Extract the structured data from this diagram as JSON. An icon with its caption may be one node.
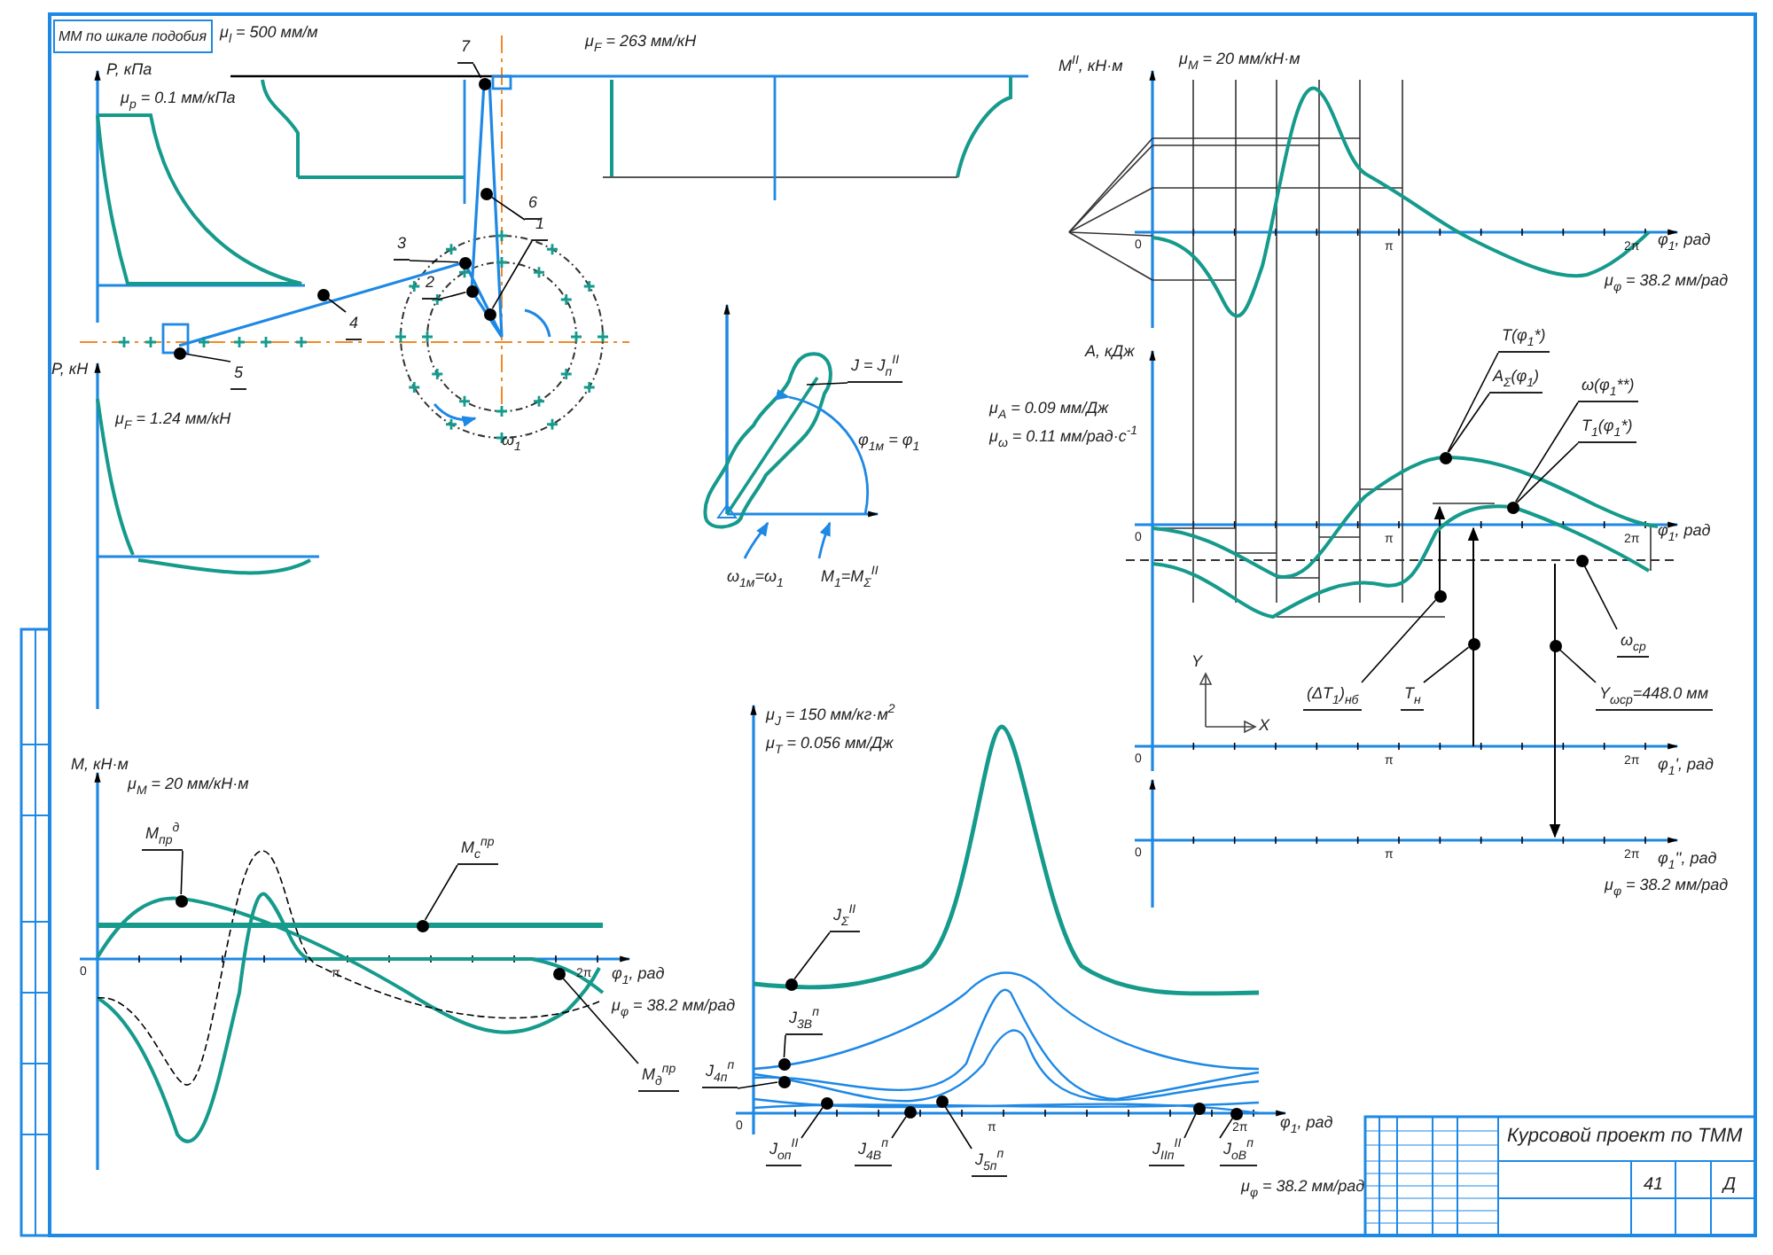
{
  "diagram": {
    "nodes": [
      {
        "text": [
          "7"
        ]
      },
      {
        "text": [
          "6"
        ]
      },
      {
        "text": [
          "1"
        ]
      },
      {
        "text": [
          "3"
        ]
      },
      {
        "text": [
          "2"
        ]
      },
      {
        "text": [
          "4"
        ]
      },
      {
        "text": [
          "5"
        ]
      },
      {
        "text": [
          "J = J$_{п}$$^{II}$"
        ]
      },
      {
        "text": [
          "T(φ$_{1}$*)"
        ]
      },
      {
        "text": [
          "A$_{Σ}$(φ$_{1}$)"
        ]
      },
      {
        "text": [
          "ω(φ$_{1}$**)"
        ]
      },
      {
        "text": [
          "T$_{1}$(φ$_{1}$*)"
        ]
      },
      {
        "text": [
          "ω$_{ср}$"
        ]
      },
      {
        "text": [
          "(ΔT$_{1}$)$_{нб}$"
        ]
      },
      {
        "text": [
          "T$_{н}$"
        ]
      },
      {
        "text": [
          "Y$_{ωср}$=448.0 мм"
        ]
      },
      {
        "text": [
          "M$_{пр}$$^{д}$"
        ]
      },
      {
        "text": [
          "M$_{c}$$^{пр}$"
        ]
      },
      {
        "text": [
          "M$_{д}$$^{пр}$"
        ]
      },
      {
        "text": [
          "J$_{Σ}$$^{II}$"
        ]
      },
      {
        "text": [
          "J$_{3B}$$^{п}$"
        ]
      },
      {
        "text": [
          "J$_{4п}$$^{п}$"
        ]
      },
      {
        "text": [
          "J$_{оп}$$^{II}$"
        ]
      },
      {
        "text": [
          "J$_{4B}$$^{п}$"
        ]
      },
      {
        "text": [
          "J$_{5п}$$^{п}$"
        ]
      },
      {
        "text": [
          "J$_{IIп}$$^{II}$"
        ]
      },
      {
        "text": [
          "J$_{оВ}$$^{п}$"
        ]
      },
      {
        "text": [],
        "shape": "circle"
      },
      {
        "text": [],
        "shape": "circle"
      },
      {
        "text": [],
        "shape": "circle"
      },
      {
        "text": [],
        "shape": "circle"
      },
      {
        "text": [],
        "shape": "circle"
      },
      {
        "text": [],
        "shape": "circle"
      },
      {
        "text": [],
        "shape": "circle"
      },
      {
        "text": [],
        "shape": "circle"
      },
      {
        "text": [],
        "shape": "circle"
      },
      {
        "text": [],
        "shape": "circle"
      },
      {
        "text": [],
        "shape": "circle"
      },
      {
        "text": [],
        "shape": "circle"
      },
      {
        "text": [],
        "shape": "circle"
      },
      {
        "text": [],
        "shape": "circle"
      },
      {
        "text": [],
        "shape": "circle"
      },
      {
        "text": [],
        "shape": "circle"
      },
      {
        "text": [],
        "shape": "circle"
      },
      {
        "text": [],
        "shape": "circle"
      },
      {
        "text": [],
        "shape": "circle"
      },
      {
        "text": [],
        "shape": "circle"
      },
      {
        "text": [],
        "shape": "circle"
      },
      {
        "text": [],
        "shape": "circle"
      },
      {
        "text": [],
        "shape": "circle"
      },
      {
        "text": [],
        "shape": "circle"
      }
    ],
    "edges": [
      {
        "from": 0,
        "to": 27,
        "arrow": "none"
      },
      {
        "from": 1,
        "to": 28,
        "arrow": "none"
      },
      {
        "from": 2,
        "to": 29,
        "arrow": "none"
      },
      {
        "from": 3,
        "to": 30,
        "arrow": "none"
      },
      {
        "from": 4,
        "to": 31,
        "arrow": "none"
      },
      {
        "from": 5,
        "to": 32,
        "arrow": "none"
      },
      {
        "from": 6,
        "to": 33,
        "arrow": "none"
      },
      {
        "from": 7,
        "to": null,
        "arrow": "none"
      },
      {
        "from": 8,
        "to": 34,
        "arrow": "none"
      },
      {
        "from": 9,
        "to": 34,
        "arrow": "none"
      },
      {
        "from": 10,
        "to": 35,
        "arrow": "none"
      },
      {
        "from": 11,
        "to": 35,
        "arrow": "none"
      },
      {
        "from": 12,
        "to": 36,
        "arrow": "none"
      },
      {
        "from": 13,
        "to": 37,
        "arrow": "none"
      },
      {
        "from": 14,
        "to": 38,
        "arrow": "none"
      },
      {
        "from": 15,
        "to": 39,
        "arrow": "none"
      },
      {
        "from": 16,
        "to": 40,
        "arrow": "none"
      },
      {
        "from": 17,
        "to": 41,
        "arrow": "none"
      },
      {
        "from": 18,
        "to": 42,
        "arrow": "none"
      },
      {
        "from": 19,
        "to": 43,
        "arrow": "none"
      },
      {
        "from": 20,
        "to": 44,
        "arrow": "none"
      },
      {
        "from": 21,
        "to": 45,
        "arrow": "none"
      },
      {
        "from": 22,
        "to": 46,
        "arrow": "none"
      },
      {
        "from": 23,
        "to": 47,
        "arrow": "none"
      },
      {
        "from": 24,
        "to": 48,
        "arrow": "none"
      },
      {
        "from": 25,
        "to": 49,
        "arrow": "none"
      },
      {
        "from": 26,
        "to": 50,
        "arrow": "none"
      }
    ],
    "labels": [
      "ММ по шкале подобия",
      "μ$_{l}$ = 500 мм/м",
      "μ$_{F}$ = 263 мм/кН",
      "P, кПа",
      "μ$_{p}$ = 0.1 мм/кПа",
      "P, кН",
      "μ$_{F}$ = 1.24 мм/кН",
      "ω$_{1}$",
      "M$^{II}$, кН·м",
      "μ$_{M}$ = 20 мм/кН·м",
      "φ$_{1}$, рад",
      "μ$_{φ}$ = 38.2 мм/рад",
      "A, кДж",
      "μ$_{A}$ = 0.09 мм/Дж",
      "μ$_{ω}$ = 0.11 мм/рад·с$^{-1}$",
      "φ$_{1}$, рад",
      "φ$_{1}$', рад",
      "φ$_{1}$'', рад",
      "μ$_{φ}$ = 38.2 мм/рад",
      "φ$_{1м}$ = φ$_{1}$",
      "ω$_{1м}$=ω$_{1}$",
      "M$_{1}$=M$_{Σ}$$^{II}$",
      "Y",
      "X",
      "M, кН·м",
      "μ$_{M}$ = 20 мм/кН·м",
      "φ$_{1}$, рад",
      "μ$_{φ}$ = 38.2 мм/рад",
      "μ$_{J}$ = 150 мм/кг·м$^{2}$",
      "μ$_{T}$ = 0.056 мм/Дж",
      "φ$_{1}$, рад",
      "μ$_{φ}$ = 38.2 мм/рад",
      "Курсовой проект по ТММ",
      "41",
      "Д",
      "0",
      "π",
      "2π",
      "0",
      "π",
      "2π",
      "0",
      "π",
      "2π",
      "0",
      "π",
      "2π",
      "0",
      "π",
      "2π",
      "0",
      "π",
      "2π"
    ]
  }
}
